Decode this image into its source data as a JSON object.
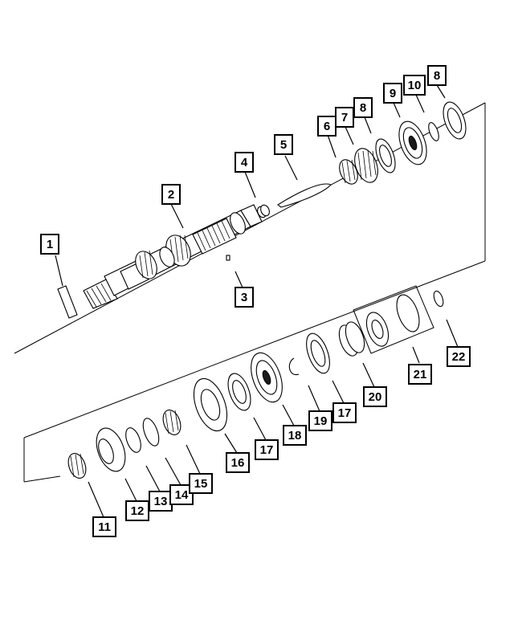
{
  "diagram": {
    "callouts": [
      {
        "id": "c1",
        "label": "1"
      },
      {
        "id": "c2",
        "label": "2"
      },
      {
        "id": "c3",
        "label": "3"
      },
      {
        "id": "c4",
        "label": "4"
      },
      {
        "id": "c5",
        "label": "5"
      },
      {
        "id": "c6",
        "label": "6"
      },
      {
        "id": "c7",
        "label": "7"
      },
      {
        "id": "c8a",
        "label": "8"
      },
      {
        "id": "c9",
        "label": "9"
      },
      {
        "id": "c10",
        "label": "10"
      },
      {
        "id": "c8b",
        "label": "8"
      },
      {
        "id": "c11",
        "label": "11"
      },
      {
        "id": "c12",
        "label": "12"
      },
      {
        "id": "c13",
        "label": "13"
      },
      {
        "id": "c14",
        "label": "14"
      },
      {
        "id": "c15",
        "label": "15"
      },
      {
        "id": "c16",
        "label": "16"
      },
      {
        "id": "c17a",
        "label": "17"
      },
      {
        "id": "c18",
        "label": "18"
      },
      {
        "id": "c19",
        "label": "19"
      },
      {
        "id": "c17b",
        "label": "17"
      },
      {
        "id": "c20",
        "label": "20"
      },
      {
        "id": "c21",
        "label": "21"
      },
      {
        "id": "c22",
        "label": "22"
      }
    ],
    "colors": {
      "line": "#000000",
      "background": "#ffffff",
      "shade": "#1a1a1a"
    }
  }
}
